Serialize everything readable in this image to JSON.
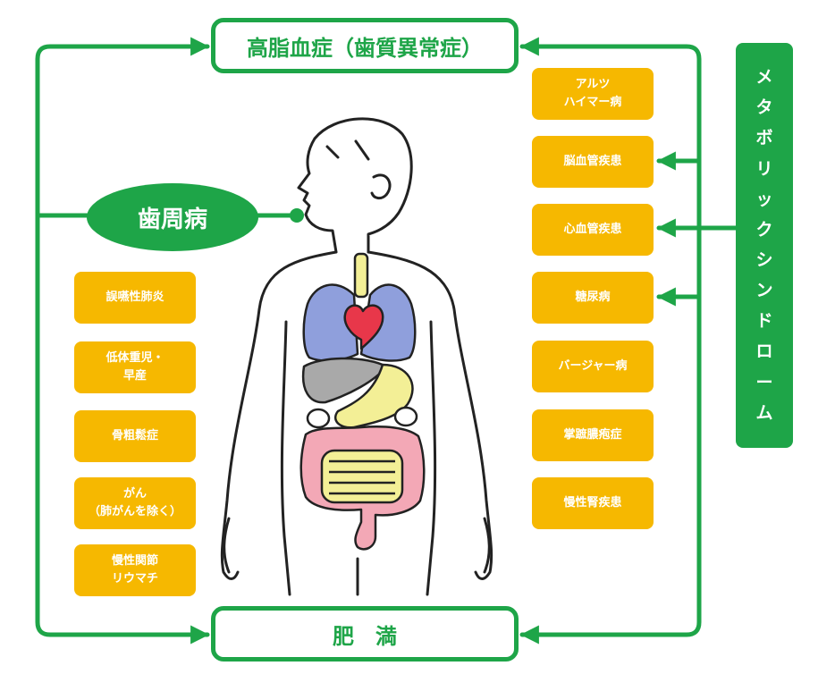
{
  "top_box": "高脂血症（歯質異常症）",
  "bottom_box": "肥　満",
  "oval": "歯周病",
  "side_label": "メタボリックシンドローム",
  "left_items": [
    "誤嚥性肺炎",
    "低体重児・\n早産",
    "骨粗鬆症",
    "がん\n（肺がんを除く）",
    "慢性関節\nリウマチ"
  ],
  "right_items": [
    "アルツ\nハイマー病",
    "脳血管疾患",
    "心血管疾患",
    "糖尿病",
    "バージャー病",
    "掌蹠膿疱症",
    "慢性腎疾患"
  ],
  "colors": {
    "green": "#1ea548",
    "orange": "#f6b800",
    "lung": "#8f9fdc",
    "heart": "#e8374a",
    "liver": "#a9a9a9",
    "stomach": "#f3ef96",
    "intestine": "#f3a8b6"
  }
}
